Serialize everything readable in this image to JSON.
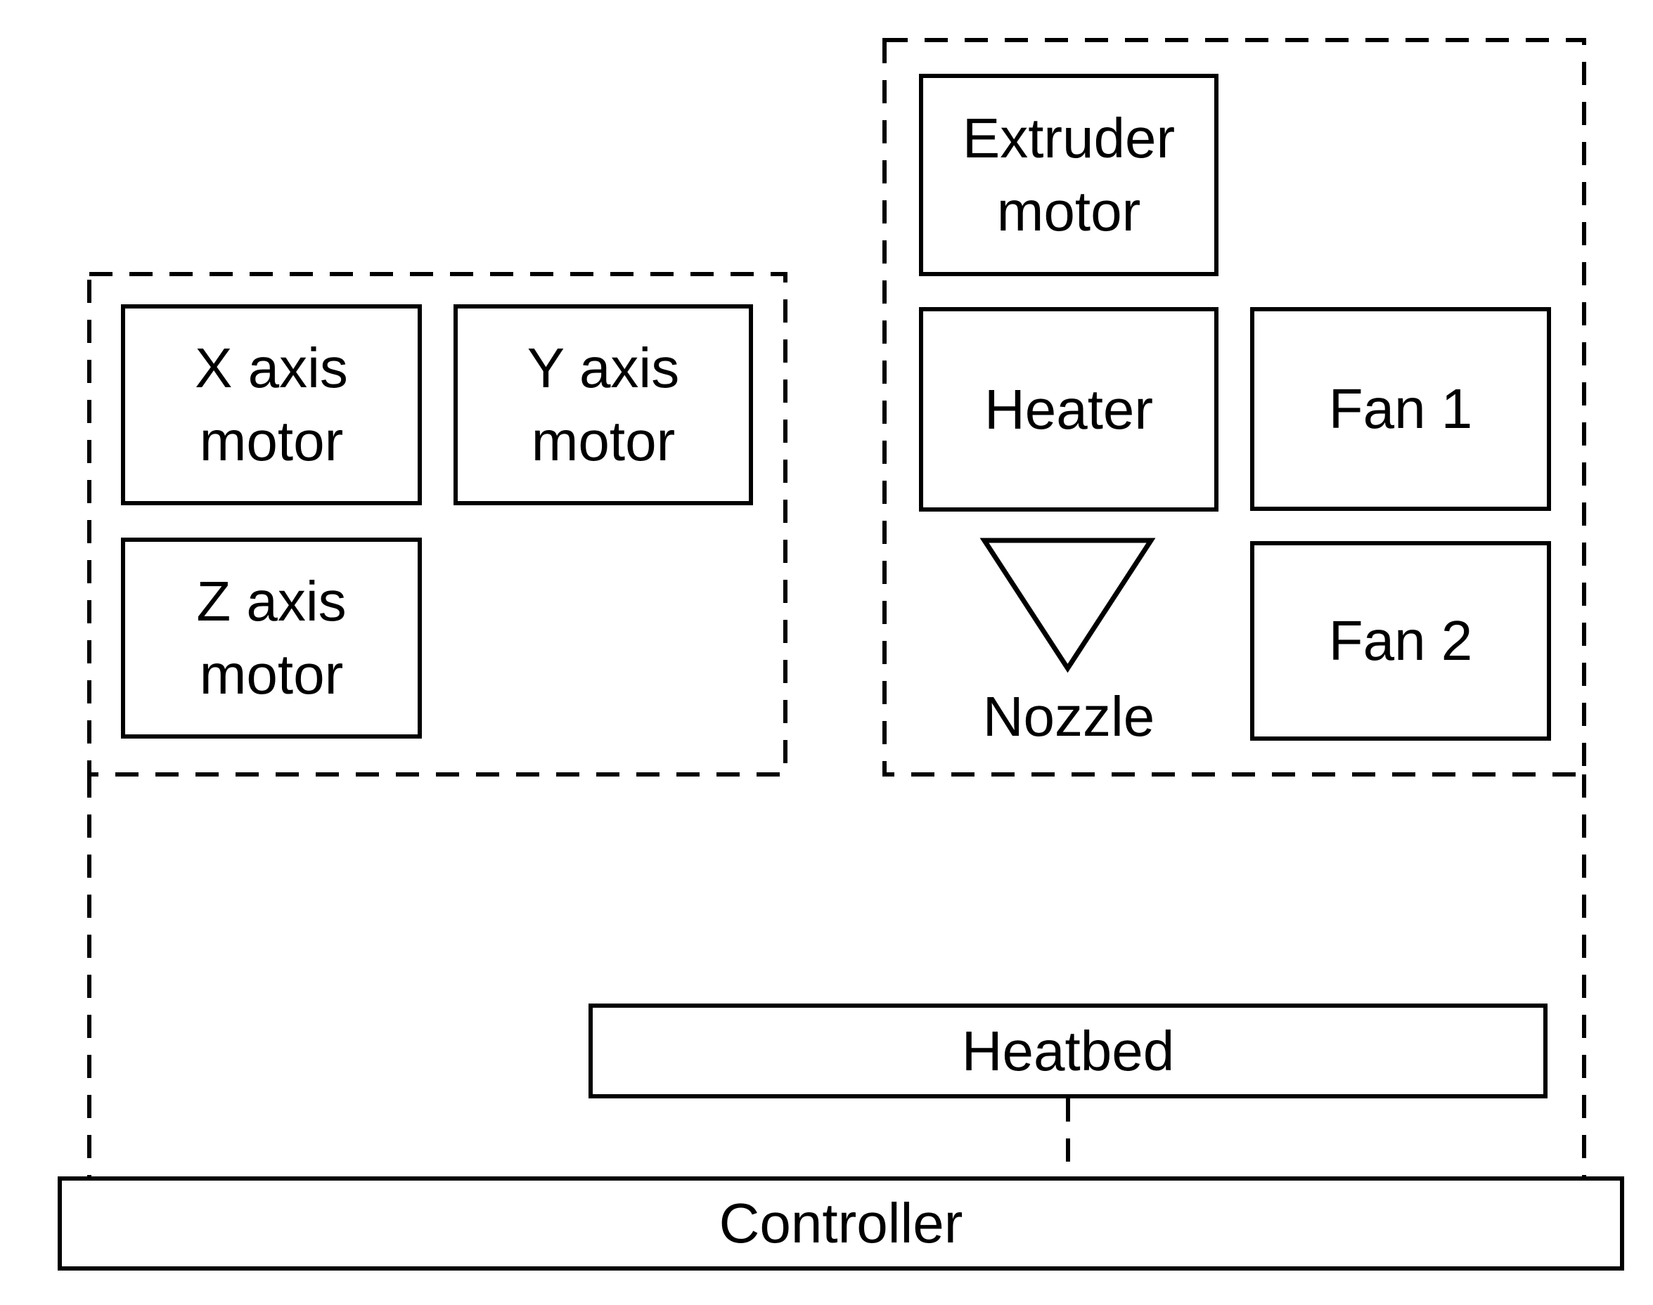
{
  "colors": {
    "line": "#000000",
    "background": "#ffffff"
  },
  "components": {
    "x_axis_motor": {
      "label": "X axis\nmotor"
    },
    "y_axis_motor": {
      "label": "Y axis\nmotor"
    },
    "z_axis_motor": {
      "label": "Z axis\nmotor"
    },
    "extruder_motor": {
      "label": "Extruder\nmotor"
    },
    "heater": {
      "label": "Heater"
    },
    "fan_1": {
      "label": "Fan 1"
    },
    "fan_2": {
      "label": "Fan 2"
    },
    "nozzle": {
      "label": "Nozzle"
    },
    "heatbed": {
      "label": "Heatbed"
    },
    "controller": {
      "label": "Controller"
    }
  },
  "icons": {
    "nozzle_triangle": "triangle-down-outline"
  },
  "connections": [
    {
      "from": "motion-group",
      "to": "controller",
      "style": "dashed"
    },
    {
      "from": "extruder-group",
      "to": "controller",
      "style": "dashed"
    },
    {
      "from": "heatbed",
      "to": "controller",
      "style": "dashed"
    }
  ]
}
